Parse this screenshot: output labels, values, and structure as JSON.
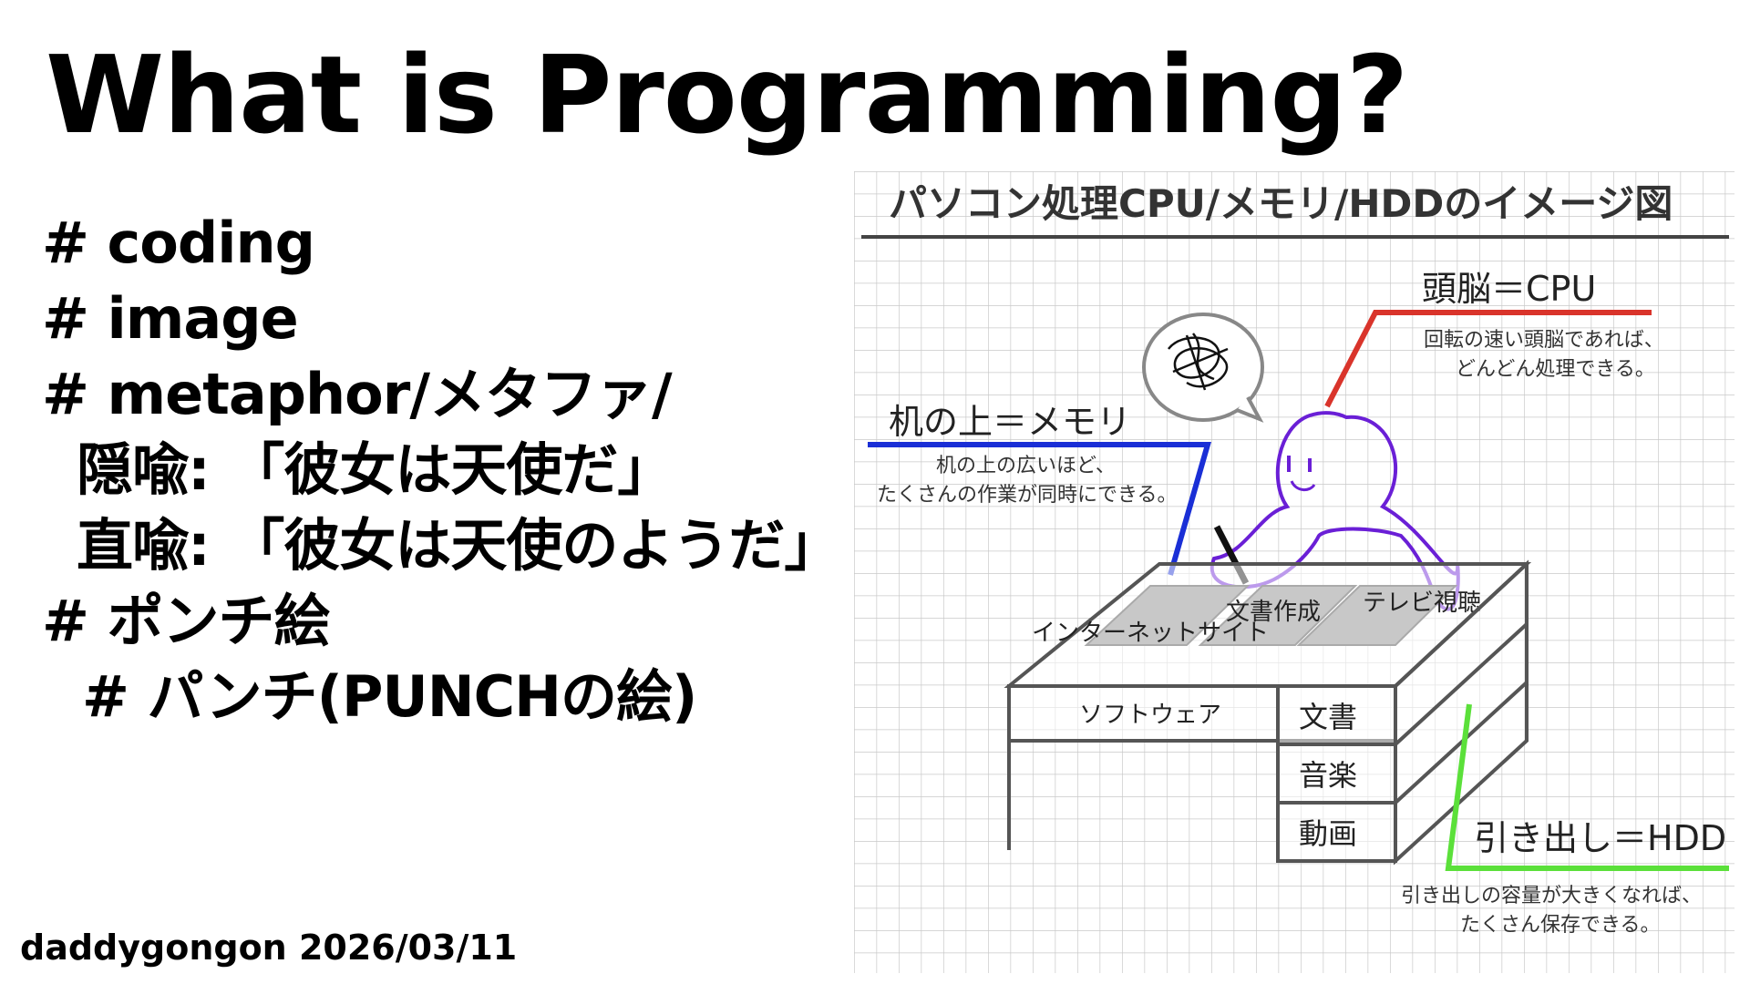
{
  "slide": {
    "title": "What is Programming?",
    "bullets": [
      "# coding",
      "# image",
      "# metaphor/メタファ/",
      "隠喩: 「彼女は天使だ」",
      "直喩: 「彼女は天使のようだ」",
      "# ポンチ絵",
      "# パンチ(PUNCHの絵)"
    ],
    "footer": "daddygongon 2026/03/11"
  },
  "diagram": {
    "title": "パソコン処理CPU/メモリ/HDDのイメージ図",
    "cpu_label": "頭脳＝CPU",
    "cpu_desc_1": "回転の速い頭脳であれば、",
    "cpu_desc_2": "どんどん処理できる。",
    "memory_label": "机の上＝メモリ",
    "memory_desc_1": "机の上の広いほど、",
    "memory_desc_2": "たくさんの作業が同時にできる。",
    "desk_internet": "インターネットサイト",
    "desk_document": "文書作成",
    "desk_tv": "テレビ視聴",
    "software": "ソフトウェア",
    "drawer_1": "文書",
    "drawer_2": "音楽",
    "drawer_3": "動画",
    "hdd_label": "引き出し＝HDD",
    "hdd_desc_1": "引き出しの容量が大きくなれば、",
    "hdd_desc_2": "たくさん保存できる。",
    "colors": {
      "cpu_line": "#d9342b",
      "memory_line": "#1a2fd6",
      "hdd_line": "#5be03a",
      "person": "#6a1fd6",
      "grid": "#c9c9c9",
      "desk": "#555555",
      "screen": "#c8c8c8"
    }
  }
}
